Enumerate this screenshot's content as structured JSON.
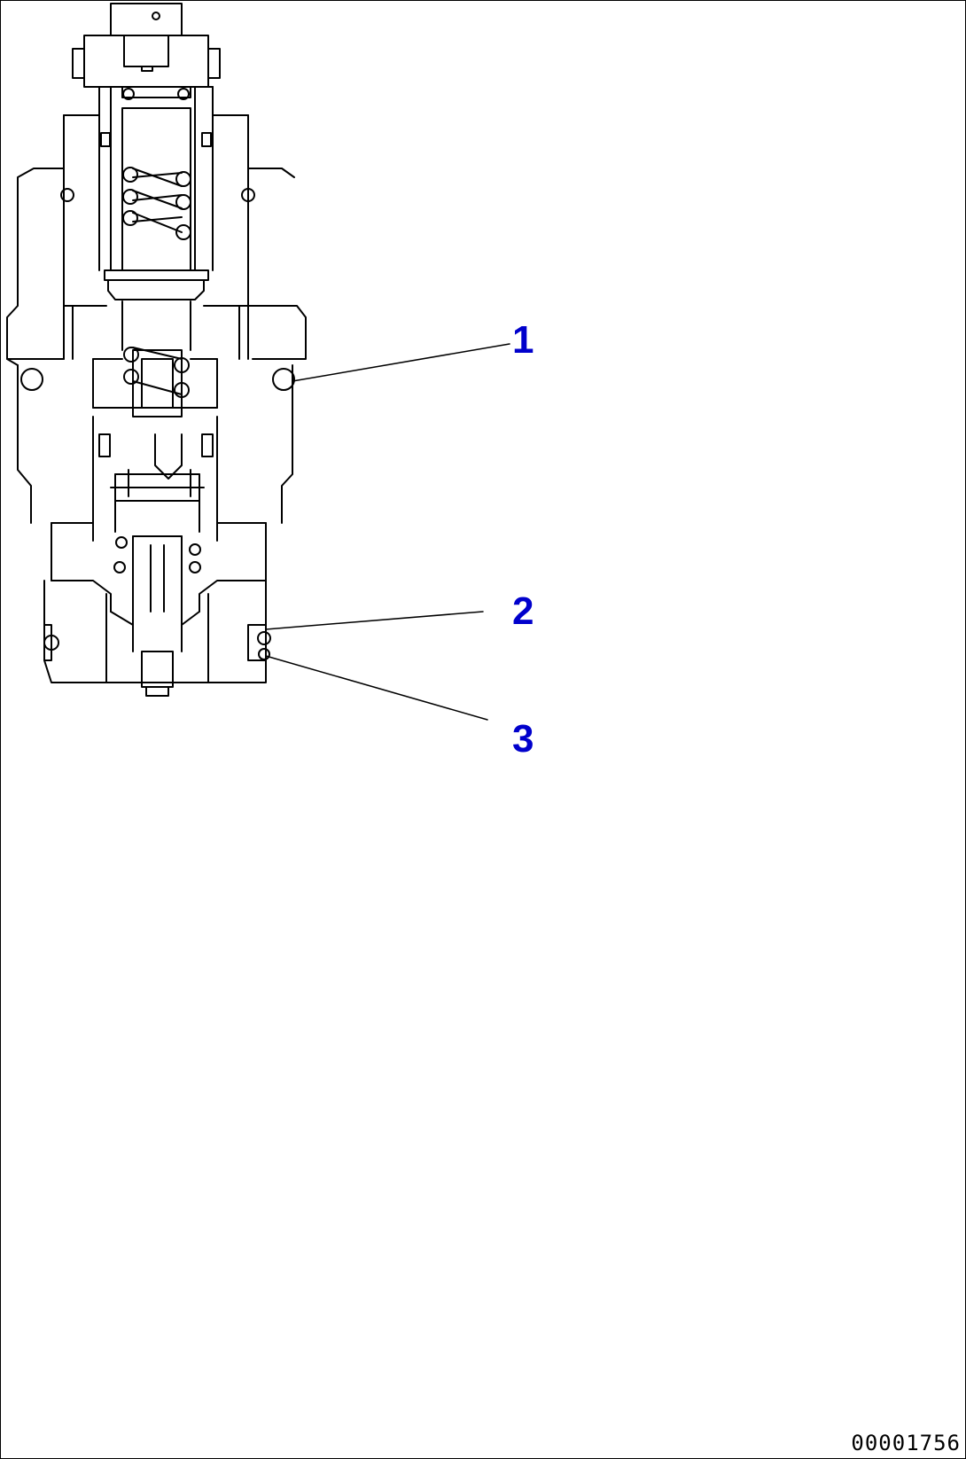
{
  "diagram": {
    "callouts": [
      {
        "id": "callout-1",
        "label": "1"
      },
      {
        "id": "callout-2",
        "label": "2"
      },
      {
        "id": "callout-3",
        "label": "3"
      }
    ],
    "drawing_id": "00001756",
    "colors": {
      "line": "#000000",
      "callout_text": "#0000cc",
      "background": "#ffffff"
    }
  }
}
